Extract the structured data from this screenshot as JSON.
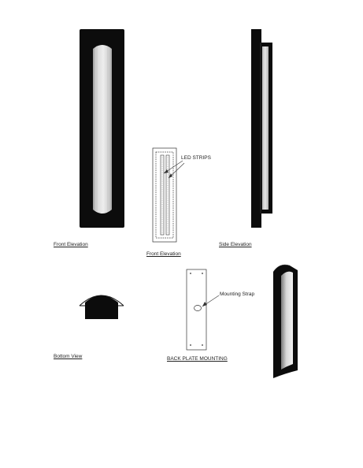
{
  "labels": {
    "front_elevation": "Front Elevation",
    "front_elevation_detail": "Front Elevation",
    "led_strips": "LED STRIPS",
    "side_elevation": "Side Elevation",
    "bottom_view": "Bottom View",
    "back_plate_mounting": "BACK PLATE MOUNTING",
    "mounting_strap": "Mounting Strap"
  },
  "colors": {
    "fixture_body": "#0c0c0c",
    "diffuser_light": "#e2e2e2",
    "diffuser_mid": "#c4c4c4",
    "line": "#333333",
    "background": "#ffffff"
  }
}
